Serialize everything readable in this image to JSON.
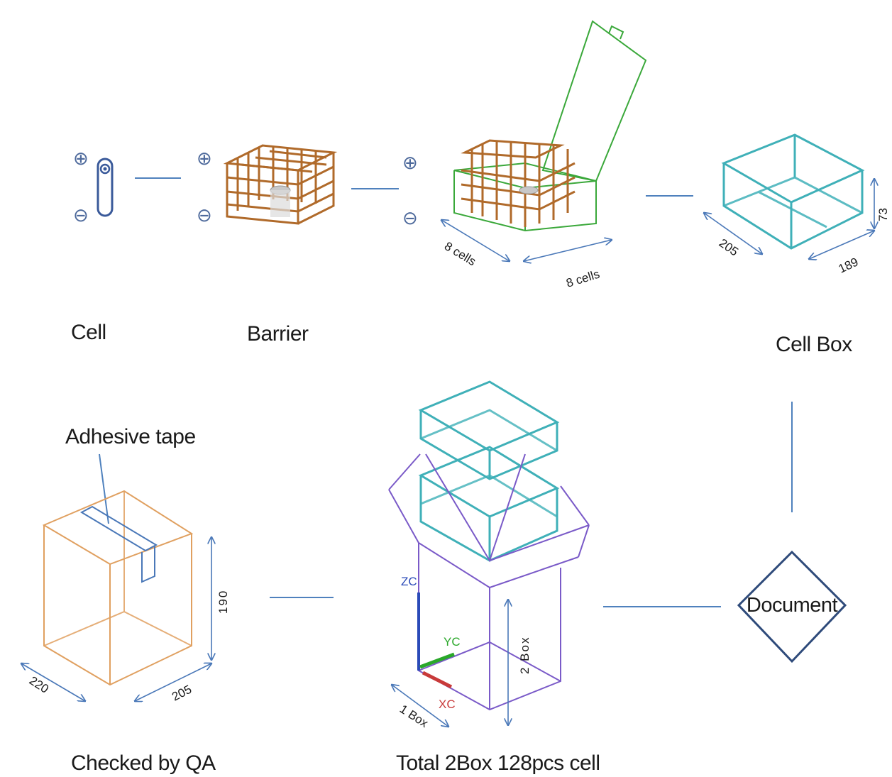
{
  "labels": {
    "cell": "Cell",
    "barrier": "Barrier",
    "cell_box": "Cell Box",
    "adhesive_tape": "Adhesive tape",
    "checked_by_qa": "Checked by QA",
    "total": "Total 2Box 128pcs cell",
    "document": "Document"
  },
  "symbols": {
    "plus": "⊕",
    "minus": "⊖"
  },
  "dimensions": {
    "tray_cells_left": "8 cells",
    "tray_cells_right": "8 cells",
    "cellbox_205": "205",
    "cellbox_189": "189",
    "cellbox_73": "73",
    "carton_220": "220",
    "carton_205": "205",
    "carton_190": "190",
    "stack_2box": "2 Box",
    "stack_1box": "1 Box"
  },
  "axes": {
    "zc": "ZC",
    "yc": "YC",
    "xc": "XC"
  },
  "colors": {
    "connector": "#4f81bd",
    "barrier": "#b06a2a",
    "lid": "#3aa83a",
    "cell_box": "#3fb0b8",
    "carton": "#e0a060",
    "outer_box": "#7a5ac8",
    "decision": "#2e4a7a"
  }
}
